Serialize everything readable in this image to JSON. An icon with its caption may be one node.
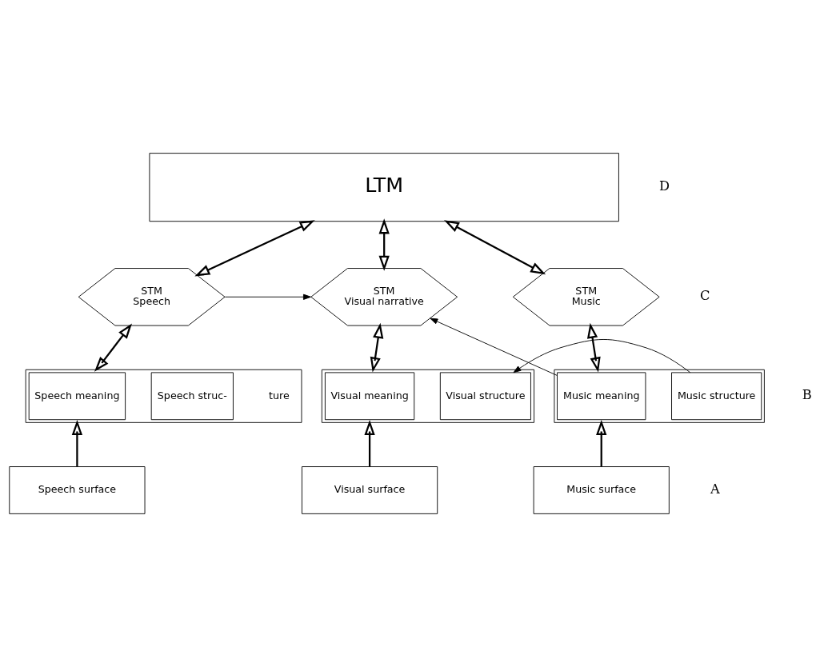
{
  "diagram": {
    "nodes": [
      {
        "text": [
          "LTM"
        ]
      },
      {
        "text": [
          "STM",
          "Speech"
        ]
      },
      {
        "text": [
          "STM",
          "Visual narrative"
        ]
      },
      {
        "text": [
          "STM",
          "Music"
        ]
      },
      {
        "text": [],
        "shape": "box"
      },
      {
        "text": [
          "Speech meaning"
        ],
        "in": 4
      },
      {
        "text": [
          "Speech struc-"
        ],
        "in": 4
      },
      {
        "text": [],
        "shape": "box"
      },
      {
        "text": [
          "Visual meaning"
        ],
        "in": 7
      },
      {
        "text": [
          "Visual structure"
        ],
        "in": 7
      },
      {
        "text": [],
        "shape": "box"
      },
      {
        "text": [
          "Music meaning"
        ],
        "in": 10
      },
      {
        "text": [
          "Music structure"
        ],
        "in": 10
      },
      {
        "text": [
          "Speech surface"
        ]
      },
      {
        "text": [
          "Visual surface"
        ]
      },
      {
        "text": [
          "Music surface"
        ]
      }
    ],
    "edges": [
      {
        "from": 0,
        "to": 1,
        "arrow": "both"
      },
      {
        "from": 0,
        "to": 2,
        "arrow": "both"
      },
      {
        "from": 0,
        "to": 3,
        "arrow": "both"
      },
      {
        "from": 1,
        "to": 2,
        "arrow": "to"
      },
      {
        "from": 1,
        "to": 4,
        "arrow": "both"
      },
      {
        "from": 2,
        "to": 7,
        "arrow": "both"
      },
      {
        "from": 3,
        "to": 10,
        "arrow": "both"
      },
      {
        "from": 11,
        "to": 2,
        "arrow": "to"
      },
      {
        "from": 12,
        "to": 9,
        "arrow": "to"
      },
      {
        "from": 13,
        "to": 4,
        "arrow": "to"
      },
      {
        "from": 14,
        "to": 7,
        "arrow": "to"
      },
      {
        "from": 15,
        "to": 10,
        "arrow": "to"
      }
    ],
    "labels": [
      "D",
      "C",
      "ture",
      "B",
      "A"
    ]
  }
}
